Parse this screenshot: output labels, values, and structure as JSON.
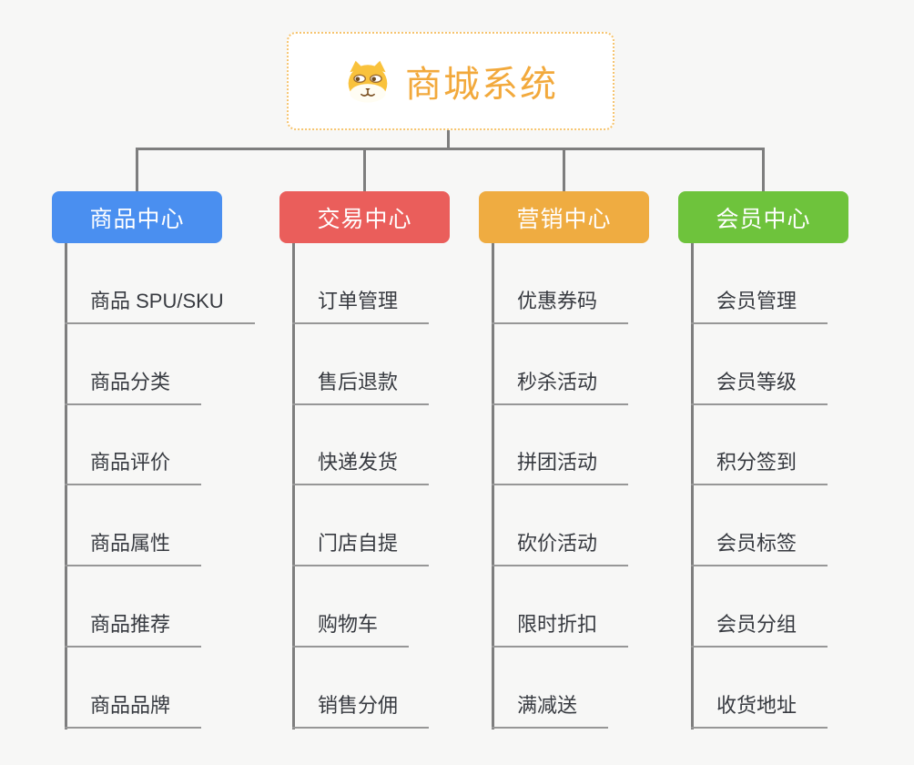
{
  "root": {
    "title": "商城系统",
    "icon": "dog-face-icon",
    "text_color": "#f2a93c",
    "border_color": "#f6c46f",
    "background": "#ffffff"
  },
  "connector_color": "#7e7e7e",
  "underline_color": "#979797",
  "page_background": "#f7f7f6",
  "branches": [
    {
      "label": "商品中心",
      "color": "#4a8ff0",
      "items": [
        "商品 SPU/SKU",
        "商品分类",
        "商品评价",
        "商品属性",
        "商品推荐",
        "商品品牌"
      ]
    },
    {
      "label": "交易中心",
      "color": "#ea5e5b",
      "items": [
        "订单管理",
        "售后退款",
        "快递发货",
        "门店自提",
        "购物车",
        "销售分佣"
      ]
    },
    {
      "label": "营销中心",
      "color": "#efac41",
      "items": [
        "优惠券码",
        "秒杀活动",
        "拼团活动",
        "砍价活动",
        "限时折扣",
        "满减送"
      ]
    },
    {
      "label": "会员中心",
      "color": "#6ec33c",
      "items": [
        "会员管理",
        "会员等级",
        "积分签到",
        "会员标签",
        "会员分组",
        "收货地址"
      ]
    }
  ]
}
